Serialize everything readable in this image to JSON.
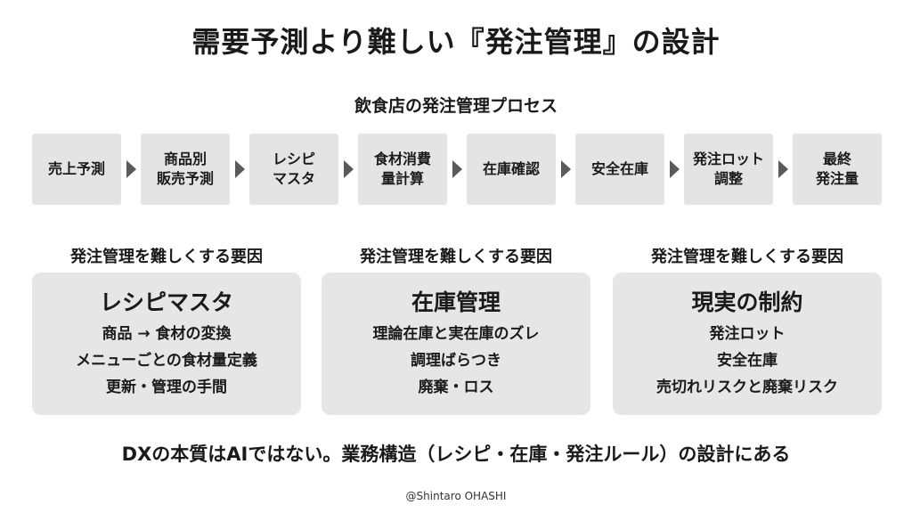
{
  "title": "需要予測より難しい『発注管理』の設計",
  "process_title": "飲食店の発注管理プロセス",
  "steps": [
    {
      "line1": "売上予測",
      "line2": ""
    },
    {
      "line1": "商品別",
      "line2": "販売予測"
    },
    {
      "line1": "レシピ",
      "line2": "マスタ"
    },
    {
      "line1": "食材消費",
      "line2": "量計算"
    },
    {
      "line1": "在庫確認",
      "line2": ""
    },
    {
      "line1": "安全在庫",
      "line2": ""
    },
    {
      "line1": "発注ロット",
      "line2": "調整"
    },
    {
      "line1": "最終",
      "line2": "発注量"
    }
  ],
  "factors": [
    {
      "label": "発注管理を難しくする要因",
      "title": "レシピマスタ",
      "lines": [
        "商品 → 食材の変換",
        "メニューごとの食材量定義",
        "更新・管理の手間"
      ]
    },
    {
      "label": "発注管理を難しくする要因",
      "title": "在庫管理",
      "lines": [
        "理論在庫と実在庫のズレ",
        "調理ばらつき",
        "廃棄・ロス"
      ]
    },
    {
      "label": "発注管理を難しくする要因",
      "title": "現実の制約",
      "lines": [
        "発注ロット",
        "安全在庫",
        "売切れリスクと廃棄リスク"
      ]
    }
  ],
  "conclusion": "DXの本質はAIではない。業務構造（レシピ・在庫・発注ルール）の設計にある",
  "credit": "@Shintaro OHASHI",
  "colors": {
    "step_bg": "#e4e4e4",
    "card_bg": "#e6e6e6",
    "arrow": "#5a5a5a"
  },
  "icons": {
    "arrow": "triangle-right-icon"
  }
}
